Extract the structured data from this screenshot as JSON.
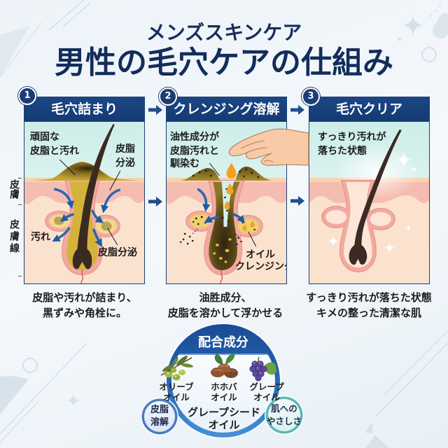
{
  "header": {
    "subtitle": "メンズスキンケア",
    "title": "男性の毛穴ケアの仕組み"
  },
  "side_labels": {
    "skin": "皮膚",
    "skin_line": "皮膚線"
  },
  "steps": [
    {
      "number": "1",
      "title": "毛穴詰まり",
      "labels": [
        "頑固な",
        "皮脂と汚れ",
        "皮脂",
        "分泌",
        "汚れ",
        "皮脂分泌"
      ],
      "caption": [
        "皮脂や汚れが詰まり、",
        "黒ずみや角栓に。"
      ]
    },
    {
      "number": "2",
      "title": "クレンジング溶解",
      "labels": [
        "油性成分が",
        "皮脂汚れと",
        "馴染む",
        "オイル",
        "クレンジング"
      ],
      "caption": [
        "油胜成分、",
        "皮脂を溶かして浮かせる"
      ]
    },
    {
      "number": "3",
      "title": "毛穴クリア",
      "labels": [
        "すっきり汚れが",
        "落ちた状態"
      ],
      "caption": [
        "すっきり汚れが落ちた状態",
        "キメの整った清潔な肌"
      ]
    }
  ],
  "ingredients": {
    "title": "配合成分",
    "items": [
      {
        "icon": "olive-icon",
        "line1": "オリーブ",
        "line2": "オイル"
      },
      {
        "icon": "jojoba-icon",
        "line1": "ホホバ",
        "line2": "オイル"
      },
      {
        "icon": "grape-icon",
        "line1": "グレープ",
        "line2": "オイル"
      }
    ],
    "featured": {
      "line1": "グレープシード",
      "line2": "オイル"
    },
    "badges": [
      {
        "line1": "皮脂",
        "line2": "溶解"
      },
      {
        "line1": "肌への",
        "line2": "やさしさ"
      }
    ]
  },
  "colors": {
    "navy": "#163f7c",
    "title_text": "#132d5b",
    "arrow": "#1f4e8c",
    "flow_arrow": "#2a66b0",
    "oil_drop": "#f2a21e",
    "skin_pink": "#f5bdb0",
    "skin_peach": "#fbe2cf",
    "air_cyan": "#cfeee9",
    "hair": "#3a2a22",
    "badge_blue": "#4b7cc2",
    "badge_teal": "#5ab8b5"
  }
}
